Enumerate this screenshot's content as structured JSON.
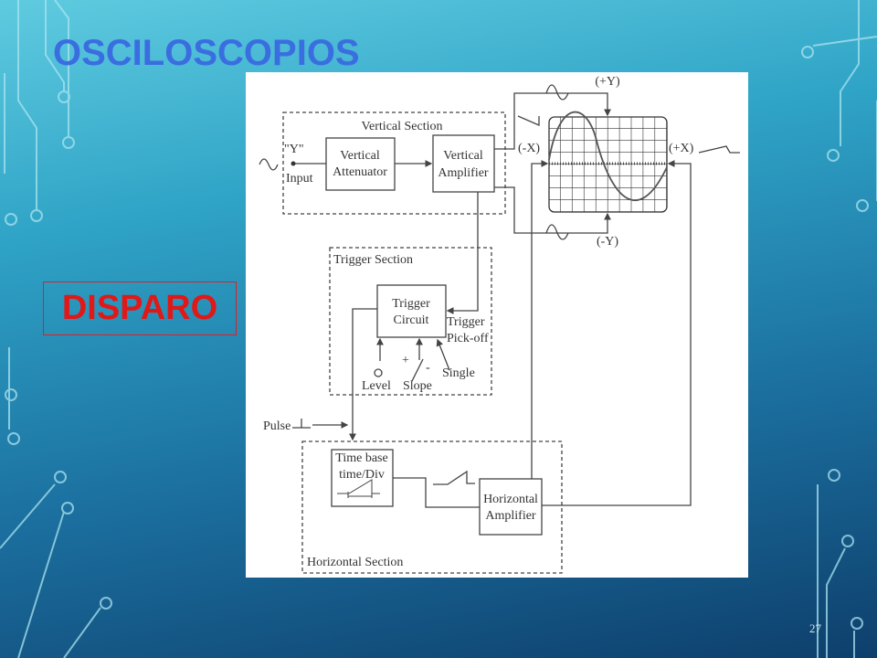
{
  "slide": {
    "title": "OSCILOSCOPIOS",
    "callout": "DISPARO",
    "page_number": "27"
  },
  "diagram": {
    "vertical_section": "Vertical Section",
    "y_label": "\"Y\"",
    "input_label": "Input",
    "vertical_attenuator": [
      "Vertical",
      "Attenuator"
    ],
    "vertical_amplifier": [
      "Vertical",
      "Amplifier"
    ],
    "plus_y": "(+Y)",
    "minus_y": "(-Y)",
    "minus_x": "(-X)",
    "plus_x": "(+X)",
    "trigger_section": "Trigger Section",
    "trigger_circuit": [
      "Trigger",
      "Circuit"
    ],
    "trigger_pickoff": [
      "Trigger",
      "Pick-off"
    ],
    "level": "Level",
    "slope": "Slope",
    "single": "Single",
    "plus": "+",
    "minus": "-",
    "pulse": "Pulse",
    "time_base": [
      "Time base",
      "time/Div"
    ],
    "horizontal_amplifier": [
      "Horizontal",
      "Amplifier"
    ],
    "horizontal_section": "Horizontal Section"
  }
}
